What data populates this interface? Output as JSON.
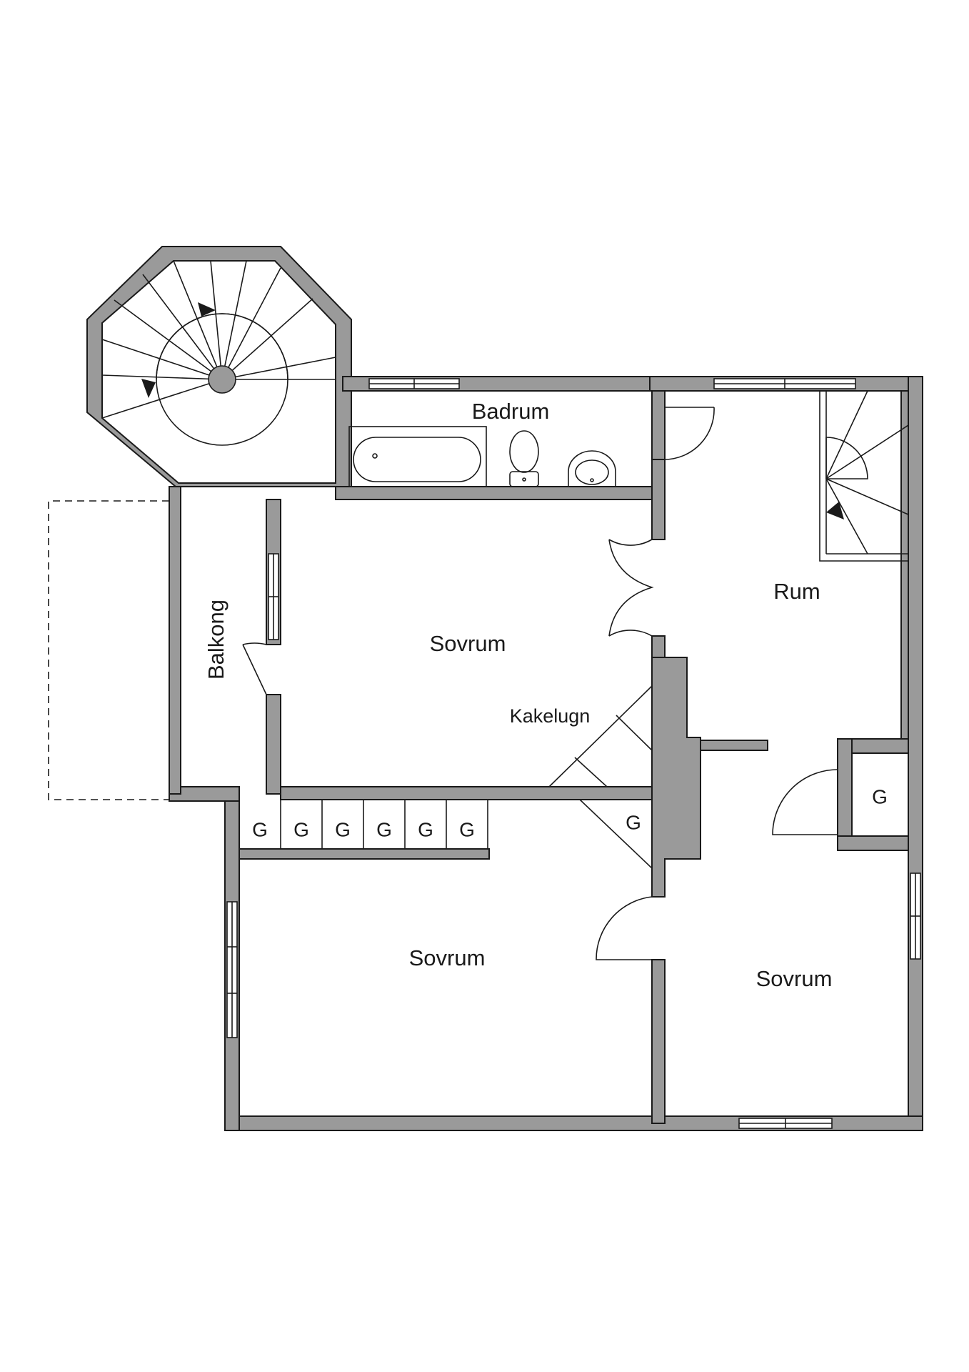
{
  "floor_plan": {
    "rooms": {
      "badrum": "Badrum",
      "rum": "Rum",
      "sovrum_upper": "Sovrum",
      "sovrum_lower_left": "Sovrum",
      "sovrum_lower_right": "Sovrum",
      "balkong": "Balkong"
    },
    "fixtures": {
      "kakelugn": "Kakelugn"
    },
    "closets": [
      "G",
      "G",
      "G",
      "G",
      "G",
      "G",
      "G",
      "G"
    ],
    "colors": {
      "wall_fill": "#9a9a9a",
      "line": "#1a1a1a",
      "background": "#ffffff"
    }
  }
}
